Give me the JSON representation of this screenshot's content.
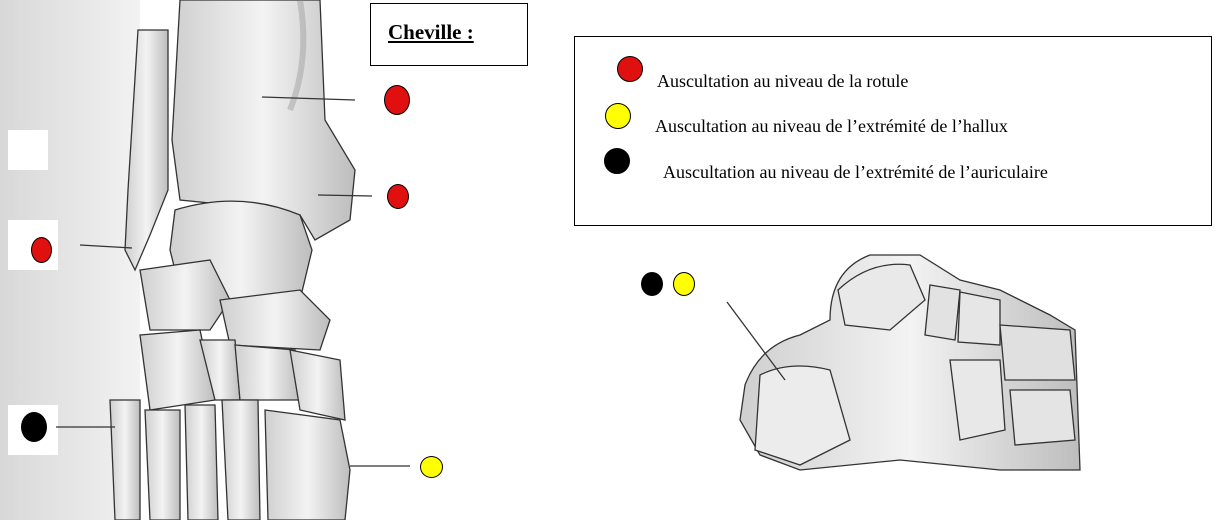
{
  "title": "Cheville :",
  "legend": [
    {
      "text": "Auscultation au niveau de la rotule",
      "color": "#e01010"
    },
    {
      "text": "Auscultation au niveau de l’extrémité de l’hallux",
      "color": "#ffff00"
    },
    {
      "text": "Auscultation au niveau de l’extrémité de l’auriculaire",
      "color": "#000000"
    }
  ]
}
